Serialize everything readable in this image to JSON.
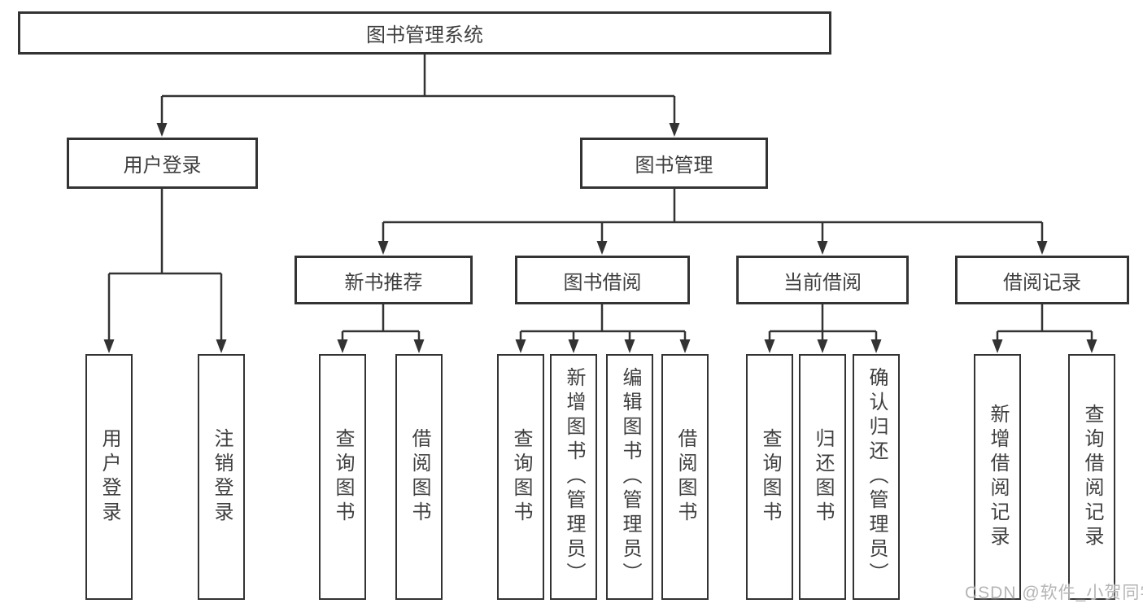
{
  "diagram": {
    "root": {
      "label": "图书管理系统"
    },
    "branches": [
      {
        "label": "用户登录",
        "children": [
          {
            "label": "用户登录"
          },
          {
            "label": "注销登录"
          }
        ]
      },
      {
        "label": "图书管理",
        "children": [
          {
            "label": "新书推荐",
            "children": [
              {
                "label": "查询图书"
              },
              {
                "label": "借阅图书"
              }
            ]
          },
          {
            "label": "图书借阅",
            "children": [
              {
                "label": "查询图书"
              },
              {
                "label": "新增图书（管理员）"
              },
              {
                "label": "编辑图书（管理员）"
              },
              {
                "label": "借阅图书"
              }
            ]
          },
          {
            "label": "当前借阅",
            "children": [
              {
                "label": "查询图书"
              },
              {
                "label": "归还图书"
              },
              {
                "label": "确认归还（管理员）"
              }
            ]
          },
          {
            "label": "借阅记录",
            "children": [
              {
                "label": "新增借阅记录"
              },
              {
                "label": "查询借阅记录"
              }
            ]
          }
        ]
      }
    ]
  },
  "watermark": {
    "text": "CSDN @软件_小贺同学"
  },
  "colors": {
    "line": "#333333",
    "text": "#3f3f3f",
    "background": "#ffffff",
    "watermark": "#b5b5b5"
  }
}
